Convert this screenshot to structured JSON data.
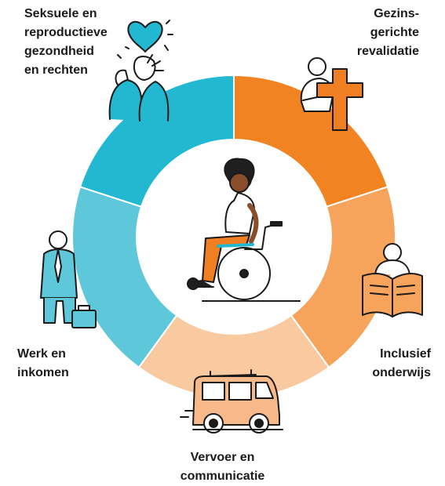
{
  "diagram": {
    "segments": [
      {
        "id": "gezinsgerichte-revalidatie",
        "label_lines": [
          "Gezins-",
          "gerichte",
          "revalidatie"
        ],
        "color": "#f28322"
      },
      {
        "id": "inclusief-onderwijs",
        "label_lines": [
          "Inclusief",
          "onderwijs"
        ],
        "color": "#f6a35c"
      },
      {
        "id": "vervoer-en-communicatie",
        "label_lines": [
          "Vervoer en",
          "communicatie"
        ],
        "color": "#f9c9a0"
      },
      {
        "id": "werk-en-inkomen",
        "label_lines": [
          "Werk en",
          "inkomen"
        ],
        "color": "#5ec7d9"
      },
      {
        "id": "seksuele-en-reproductieve-gezondheid",
        "label_lines": [
          "Seksuele en",
          "reproductieve",
          "gezondheid",
          "en rechten"
        ],
        "color": "#22b8d1"
      }
    ],
    "icons": {
      "center": "wheelchair-user-icon",
      "top_left": "couple-with-heart-icon",
      "top_right": "person-with-cross-icon",
      "right": "person-reading-book-icon",
      "bottom": "van-icon",
      "left": "person-with-briefcase-icon"
    }
  }
}
